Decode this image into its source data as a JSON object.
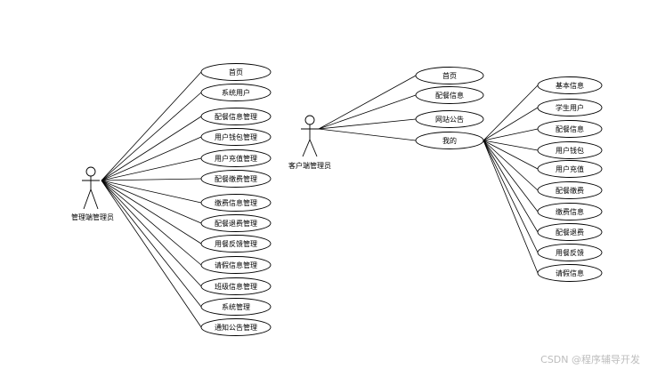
{
  "actors": {
    "admin": "管理端管理员",
    "client": "客户端管理员"
  },
  "admin_usecases": [
    "首页",
    "系统用户",
    "配餐信息管理",
    "用户钱包管理",
    "用户充值管理",
    "配餐缴费管理",
    "缴费信息管理",
    "配餐退费管理",
    "用餐反馈管理",
    "请假信息管理",
    "班级信息管理",
    "系统管理",
    "通知公告管理"
  ],
  "client_usecases": [
    "首页",
    "配餐信息",
    "网站公告",
    "我的"
  ],
  "my_usecases": [
    "基本信息",
    "学生用户",
    "配餐信息",
    "用户钱包",
    "用户充值",
    "配餐缴费",
    "缴费信息",
    "配餐退费",
    "用餐反馈",
    "请假信息"
  ],
  "watermark": "CSDN @程序辅导开发"
}
